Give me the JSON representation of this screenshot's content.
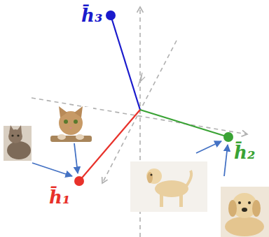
{
  "diagram": {
    "labels": [
      "h̄₃",
      "h̄₂",
      "h̄₁"
    ]
  }
}
